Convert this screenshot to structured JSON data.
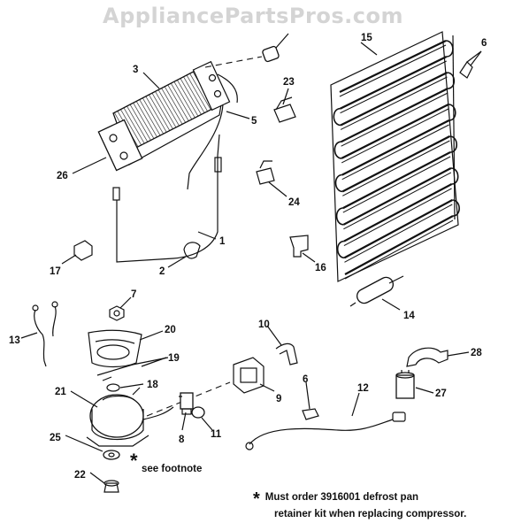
{
  "watermark": "AppliancePartsPros.com",
  "callouts": {
    "p1": "1",
    "p2": "2",
    "p3": "3",
    "p5": "5",
    "p6a": "6",
    "p6b": "6",
    "p7": "7",
    "p8": "8",
    "p9": "9",
    "p10": "10",
    "p11": "11",
    "p12": "12",
    "p13": "13",
    "p14": "14",
    "p15": "15",
    "p16": "16",
    "p17": "17",
    "p18": "18",
    "p19": "19",
    "p20": "20",
    "p21": "21",
    "p22": "22",
    "p23": "23",
    "p24": "24",
    "p25": "25",
    "p26": "26",
    "p27": "27",
    "p28": "28"
  },
  "footnote": {
    "marker": "*",
    "see": "see footnote",
    "line1": "Must order 3916001 defrost pan",
    "line2": "retainer kit when replacing compressor."
  }
}
